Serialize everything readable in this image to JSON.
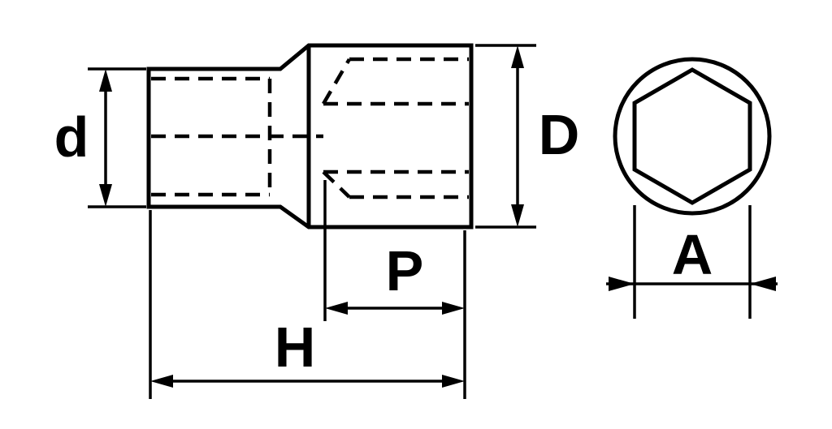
{
  "drawing": {
    "background_color": "#ffffff",
    "line_color": "#000000",
    "labels": {
      "d": "d",
      "D": "D",
      "P": "P",
      "H": "H",
      "A": "A"
    }
  }
}
